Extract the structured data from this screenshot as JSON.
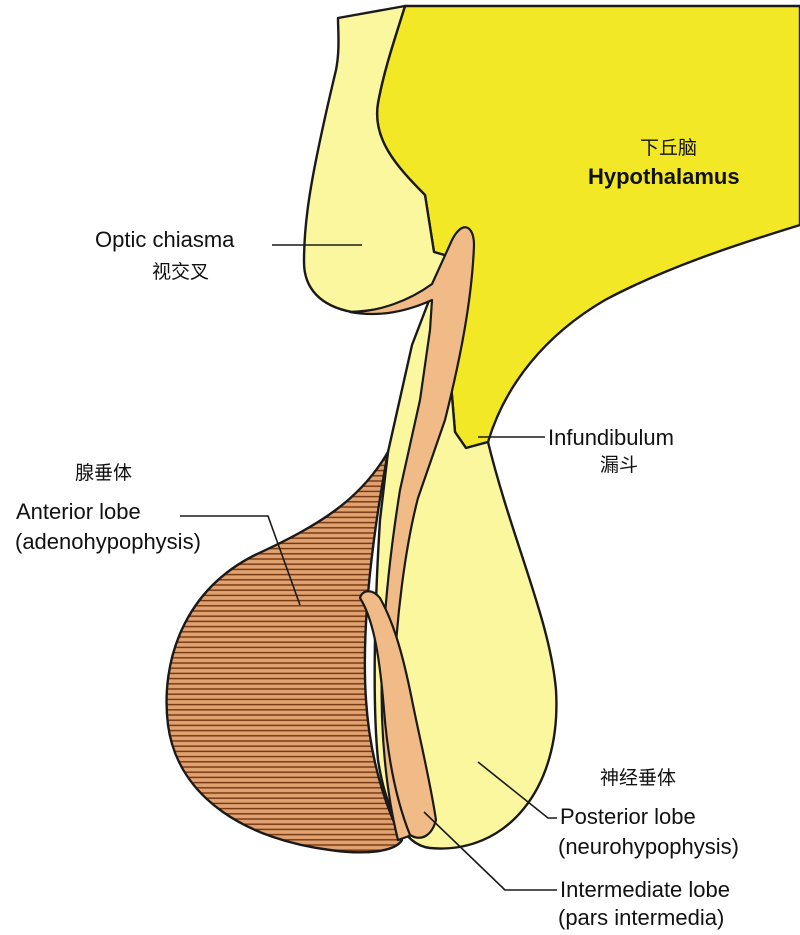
{
  "colors": {
    "hypothalamus": "#f3e825",
    "neural_tissue": "#fbf79e",
    "intermediate": "#f0bb86",
    "anterior_fill": "#dfa270",
    "anterior_hatch": "#7a3a14",
    "outline": "#1a1a1a"
  },
  "labels": {
    "hypothalamus": {
      "cn": "下丘脑",
      "en": "Hypothalamus"
    },
    "optic_chiasma": {
      "en": "Optic chiasma",
      "cn": "视交叉"
    },
    "infundibulum": {
      "en": "Infundibulum",
      "cn": "漏斗"
    },
    "anterior_lobe": {
      "cn": "腺垂体",
      "en": "Anterior lobe",
      "en2": "(adenohypophysis)"
    },
    "posterior_lobe": {
      "cn": "神经垂体",
      "en": "Posterior lobe",
      "en2": "(neurohypophysis)"
    },
    "intermediate_lobe": {
      "en": "Intermediate lobe",
      "en2": "(pars intermedia)"
    }
  }
}
